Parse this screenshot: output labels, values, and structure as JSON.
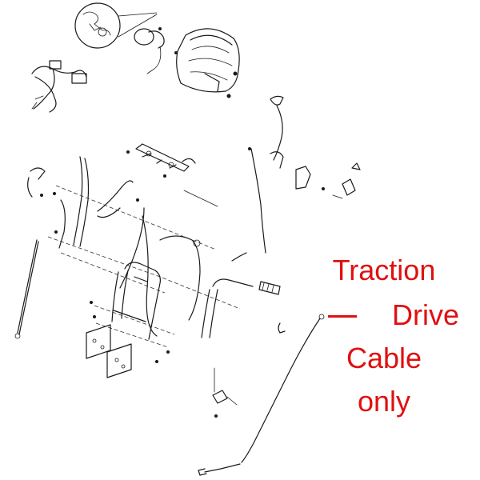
{
  "callout": {
    "lines": [
      "Traction",
      "Drive",
      "Cable",
      "only"
    ],
    "color": "#e01010"
  },
  "diagram": {
    "line_color": "#1a1a1a"
  }
}
